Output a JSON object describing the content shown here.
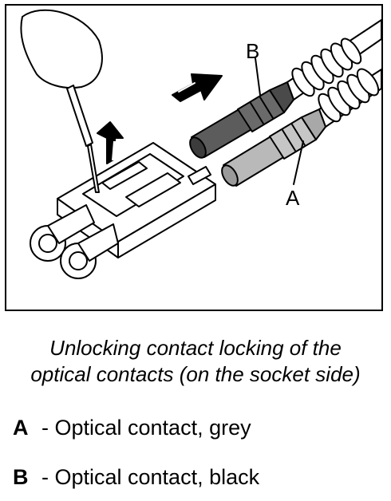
{
  "figure": {
    "callouts": {
      "b": "B",
      "a": "A"
    },
    "colors": {
      "grey_contact": "#b9b9b9",
      "black_contact": "#5c5c5c",
      "line": "#000000",
      "fill": "#ffffff"
    },
    "icons": [
      "probe-tool-icon",
      "up-arrow-icon",
      "right-arrow-icon"
    ]
  },
  "caption": {
    "line1": "Unlocking contact locking of the",
    "line2": "optical contacts (on the socket side)"
  },
  "legend": [
    {
      "key": "A",
      "text": "- Optical contact, grey"
    },
    {
      "key": "B",
      "text": "- Optical contact, black"
    }
  ]
}
